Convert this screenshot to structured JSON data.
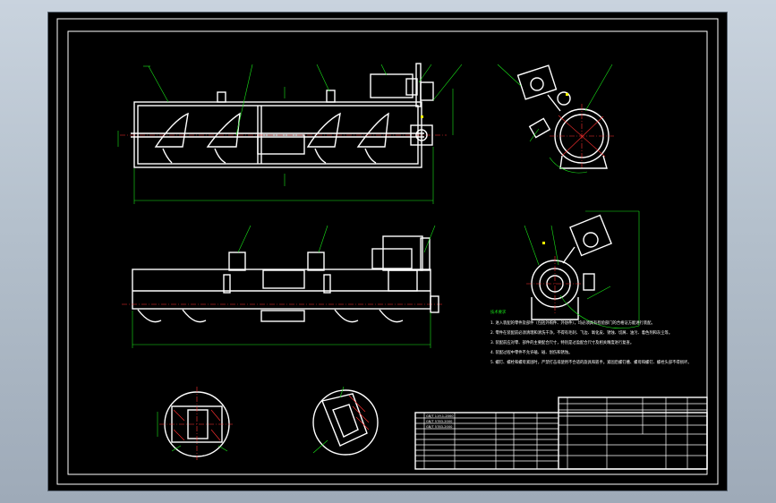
{
  "viewer": {
    "background_top": "#c9d3de",
    "background_bottom": "#9eaab8",
    "canvas_color": "#000000"
  },
  "colors": {
    "outline": "#ffffff",
    "dimension": "#19e619",
    "centerline": "#ff3030",
    "highlight": "#ffff00"
  },
  "notes": {
    "lines": [
      "1. 进入装配的零件及部件（包括外购件、外协件），均必须具有检验部门的合格证方能进行装配。",
      "2. 零件在装配前必须清理和清洗干净，不得有毛刺、飞边、氧化皮、锈蚀、切屑、油污、着色剂和灰尘等。",
      "3. 装配前应对零、部件的主要配合尺寸，特别是过盈配合尺寸及相关精度进行复查。",
      "4. 装配过程中零件不允许磕、碰、划伤和锈蚀。",
      "5. 螺钉、螺栓和螺母紧固时，严禁打击或使用不合适的旋具和扳手。紧固后螺钉槽、螺母和螺钉、螺栓头部不得损坏。"
    ]
  },
  "title_block": {
    "standard_rows": [
      "GB/T 119.1-2000",
      "GB/T 5783-2000",
      "GB/T 5783-2000"
    ]
  }
}
